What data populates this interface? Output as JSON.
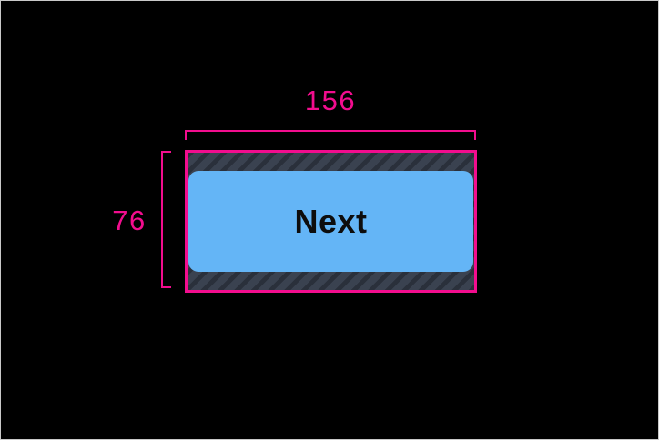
{
  "canvas": {
    "background_color": "#000000",
    "frame_border_color": "#c9c9c9"
  },
  "measurements": {
    "accent_color": "#F20D8E",
    "width": {
      "label": "156"
    },
    "height": {
      "label": "76"
    }
  },
  "inspected_widget": {
    "button_label": "Next",
    "button_color": "#64B5F6",
    "button_text_color": "#0d0d0d",
    "padding_hatch": {
      "base_color": "#3A4250",
      "stripe_color": "#2A303B"
    }
  }
}
